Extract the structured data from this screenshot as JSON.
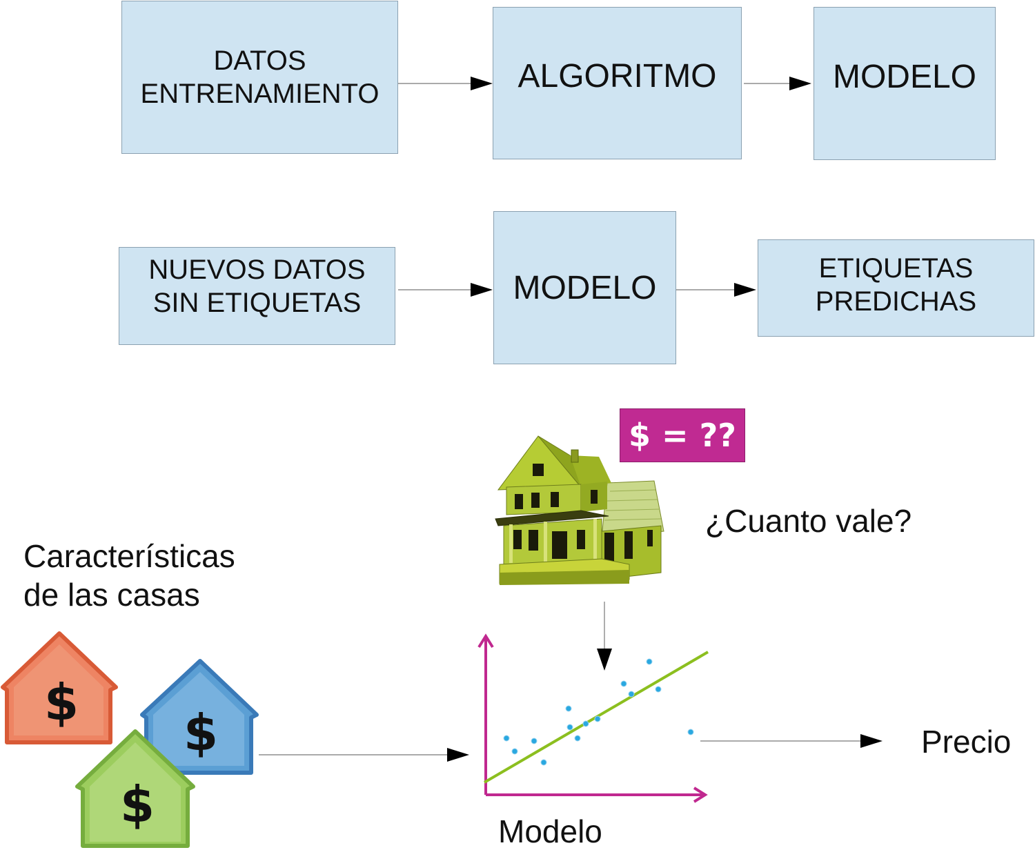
{
  "training_flow": {
    "training_data_lines": [
      "DATOS",
      "ENTRENAMIENTO"
    ],
    "algorithm_label": "ALGORITMO",
    "model_label": "MODELO"
  },
  "prediction_flow": {
    "new_data_lines": [
      "NUEVOS DATOS",
      "SIN ETIQUETAS"
    ],
    "model_label": "MODELO",
    "predicted_labels_lines": [
      "ETIQUETAS",
      "PREDICHAS"
    ]
  },
  "example": {
    "price_badge": "$ = ??",
    "question": "¿Cuanto vale?",
    "features_lines": [
      "Características",
      "de las casas"
    ],
    "house_symbol": "$",
    "model_caption": "Modelo",
    "output_label": "Precio"
  },
  "colors": {
    "box_fill": "#cfe4f2",
    "badge_fill": "#c02a92",
    "axis_color": "#c0288f",
    "fit_line": "#8cbf1f",
    "points": "#2aa8e0",
    "house_orange": "#e8714e",
    "house_blue": "#4a90c8",
    "house_green": "#8cc04a",
    "house_big": "#a8c42a"
  },
  "icons": [
    "arrow-right-icon",
    "arrow-down-icon",
    "house-icon",
    "dollar-house-icon",
    "scatter-plot-icon"
  ]
}
